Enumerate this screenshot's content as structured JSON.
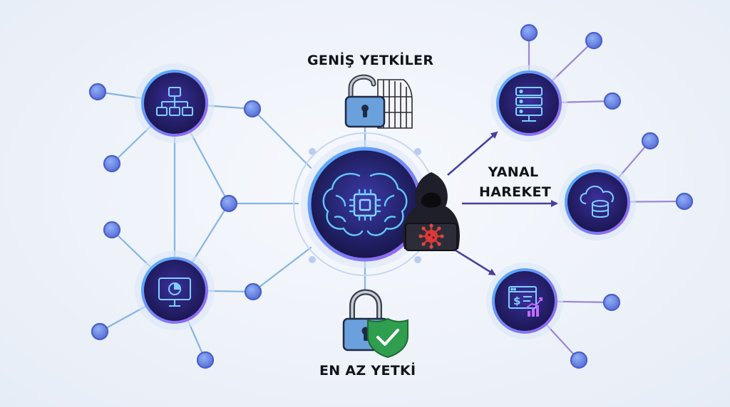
{
  "labels": {
    "broad_permissions": "GENİŞ YETKİLER",
    "lateral_movement_line1": "YANAL",
    "lateral_movement_line2": "HAREKET",
    "least_privilege": "EN AZ YETKİ"
  },
  "colors": {
    "background": "#eef2f9",
    "node_fill": "#241f6b",
    "node_ring": "#7c5cf0",
    "edge": "#7fb4e4",
    "small_node": "#6f8ee8",
    "arrow": "#554aa8",
    "lock_body": "#6aa0dc",
    "shield": "#2f9e4f",
    "virus": "#d93a3a",
    "hacker": "#1c1c24"
  },
  "nodes": [
    {
      "id": "left-top",
      "icon": "org-chart-icon"
    },
    {
      "id": "left-bottom",
      "icon": "monitor-chart-icon"
    },
    {
      "id": "center",
      "icon": "ai-brain-chip-icon"
    },
    {
      "id": "right-top",
      "icon": "server-icon"
    },
    {
      "id": "right-middle",
      "icon": "cloud-database-icon"
    },
    {
      "id": "right-bottom",
      "icon": "finance-dashboard-icon"
    }
  ]
}
